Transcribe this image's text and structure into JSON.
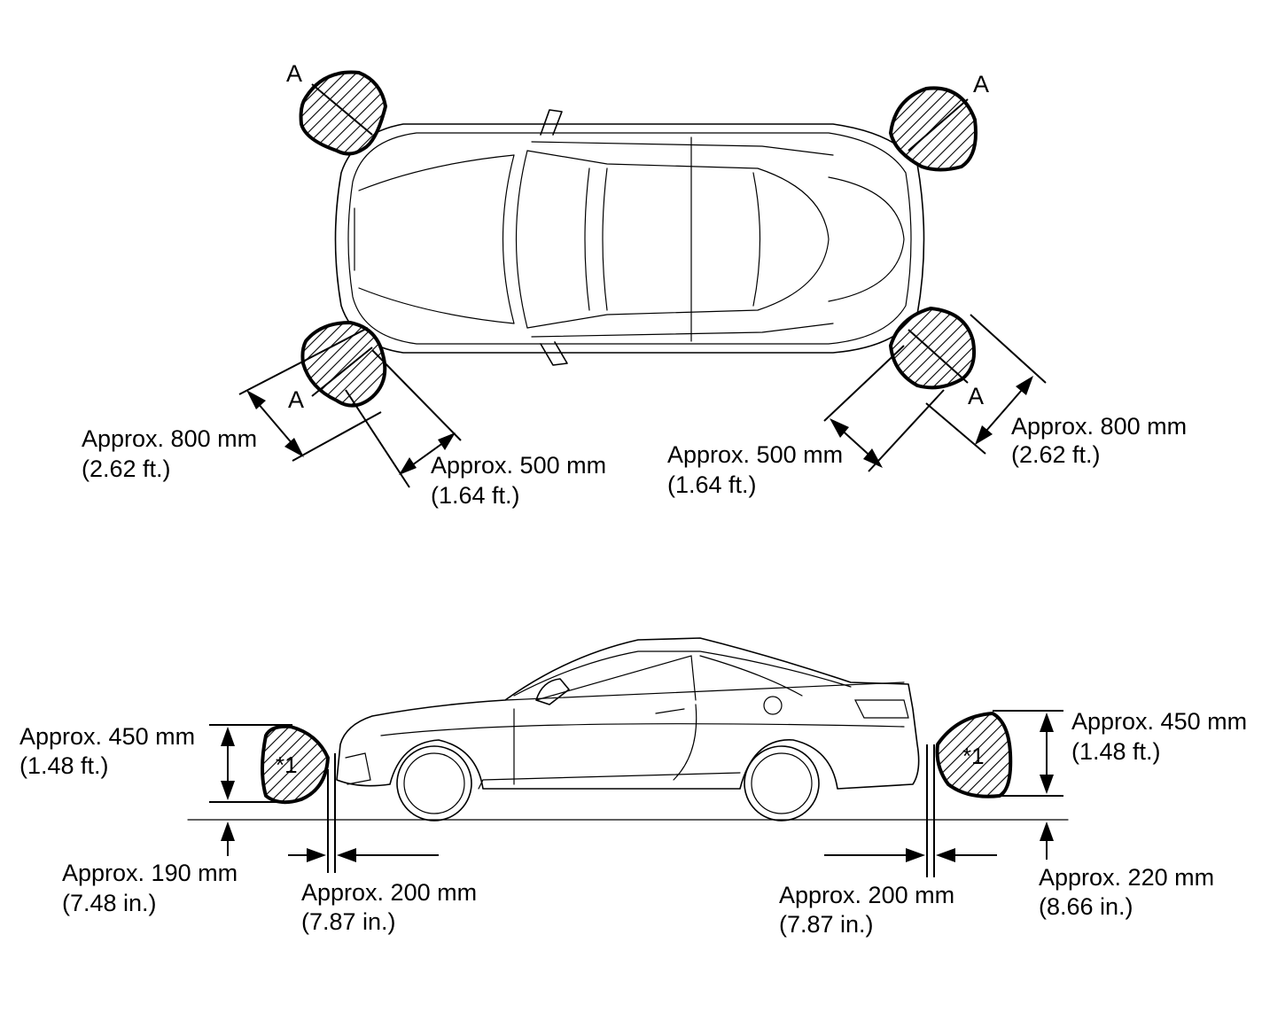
{
  "top_view": {
    "zone_marker": "A",
    "front_left": {
      "marker": "A"
    },
    "rear_left": {
      "marker": "A"
    },
    "front_right": {
      "marker": "A"
    },
    "rear_right": {
      "marker": "A"
    },
    "left_800": {
      "line1": "Approx. 800 mm",
      "line2": "(2.62 ft.)"
    },
    "left_500": {
      "line1": "Approx. 500 mm",
      "line2": "(1.64 ft.)"
    },
    "right_500": {
      "line1": "Approx. 500 mm",
      "line2": "(1.64 ft.)"
    },
    "right_800": {
      "line1": "Approx. 800 mm",
      "line2": "(2.62 ft.)"
    }
  },
  "side_view": {
    "front_zone_label": "*1",
    "rear_zone_label": "*1",
    "front_height": {
      "line1": "Approx. 450 mm",
      "line2": "(1.48 ft.)"
    },
    "front_ground": {
      "line1": "Approx. 190 mm",
      "line2": "(7.48 in.)"
    },
    "front_gap": {
      "line1": "Approx. 200 mm",
      "line2": "(7.87 in.)"
    },
    "rear_gap": {
      "line1": "Approx. 200 mm",
      "line2": "(7.87 in.)"
    },
    "rear_height": {
      "line1": "Approx. 450 mm",
      "line2": "(1.48 ft.)"
    },
    "rear_ground": {
      "line1": "Approx. 220 mm",
      "line2": "(8.66 in.)"
    }
  }
}
